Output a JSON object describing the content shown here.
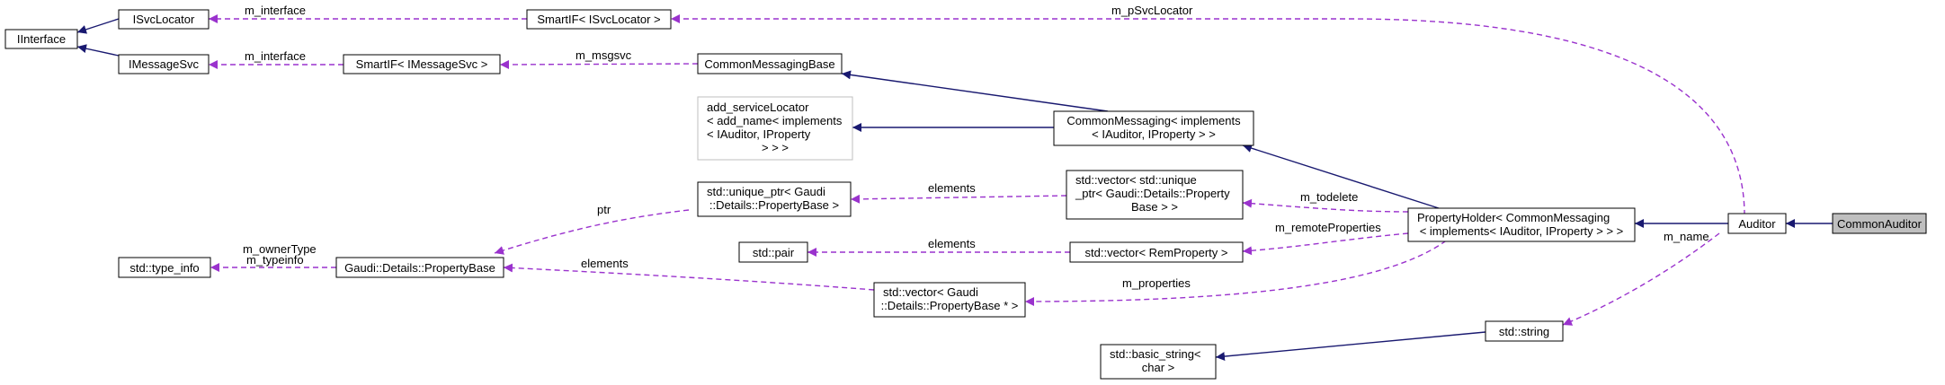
{
  "nodes": {
    "iinterface": "IInterface",
    "isvclocator": "ISvcLocator",
    "imessagesvc": "IMessageSvc",
    "smartif_isvclocator": "SmartIF< ISvcLocator >",
    "smartif_imessagesvc": "SmartIF< IMessageSvc >",
    "commonmessagingbase": "CommonMessagingBase",
    "add_servicelocator": [
      "add_serviceLocator",
      "< add_name< implements",
      "< IAuditor, IProperty",
      "> > >"
    ],
    "commonmessaging": [
      "CommonMessaging< implements",
      "< IAuditor, IProperty > >"
    ],
    "unique_ptr": [
      "std::unique_ptr< Gaudi",
      "::Details::PropertyBase >"
    ],
    "vector_unique": [
      "std::vector< std::unique",
      "_ptr< Gaudi::Details::Property",
      "Base > >"
    ],
    "propertyholder": [
      "PropertyHolder< CommonMessaging",
      "< implements< IAuditor, IProperty > > >"
    ],
    "auditor": "Auditor",
    "commonauditor": "CommonAuditor",
    "type_info": "std::type_info",
    "propertybase": "Gaudi::Details::PropertyBase",
    "pair": "std::pair",
    "vector_remproperty": "std::vector< RemProperty >",
    "vector_propertybase": [
      "std::vector< Gaudi",
      "::Details::PropertyBase * >"
    ],
    "string": "std::string",
    "basic_string": [
      "std::basic_string<",
      "char >"
    ]
  },
  "edge_labels": {
    "m_psvclocator": "m_pSvcLocator",
    "m_interface_1": "m_interface",
    "m_interface_2": "m_interface",
    "m_msgsvc": "m_msgsvc",
    "elements_1": "elements",
    "elements_2": "elements",
    "elements_3": "elements",
    "ptr": "ptr",
    "m_todelete": "m_todelete",
    "m_remoteproperties": "m_remoteProperties",
    "m_properties": "m_properties",
    "m_name": "m_name",
    "m_ownertype": "m_ownerType",
    "m_typeinfo": "m_typeinfo"
  },
  "colors": {
    "inheritance": "#191970",
    "usage": "#9a32cd",
    "current_node": "#bfbfbf"
  }
}
